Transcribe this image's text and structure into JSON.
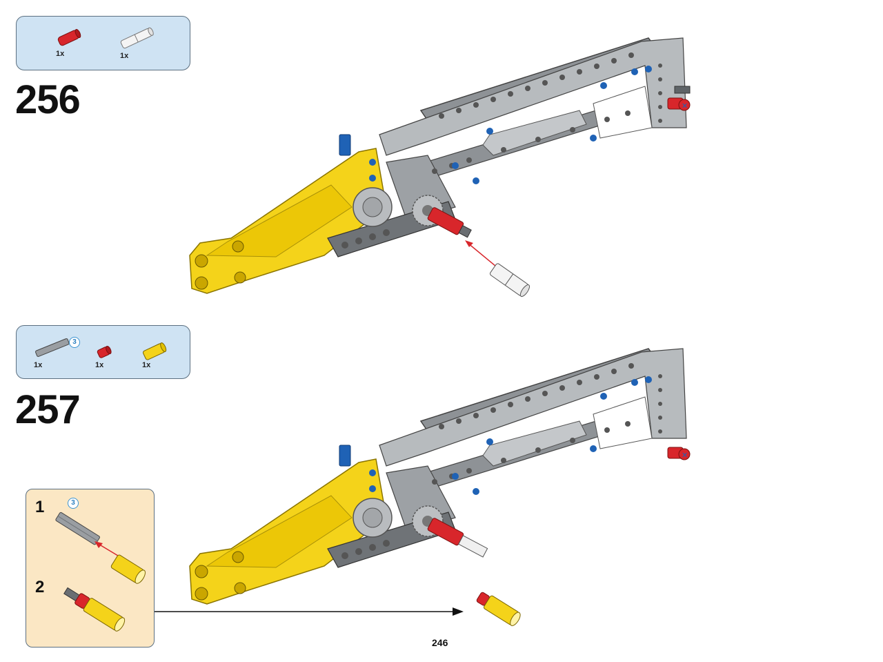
{
  "steps": [
    {
      "number": "256",
      "parts": [
        {
          "icon": "red-axle-connector-icon",
          "qty": "1x"
        },
        {
          "icon": "white-pin-icon",
          "qty": "1x"
        }
      ]
    },
    {
      "number": "257",
      "parts": [
        {
          "icon": "grey-axle-icon",
          "qty": "1x",
          "length": "3"
        },
        {
          "icon": "red-bush-icon",
          "qty": "1x"
        },
        {
          "icon": "yellow-connector-icon",
          "qty": "1x"
        }
      ],
      "substeps": [
        {
          "number": "1",
          "length": "3"
        },
        {
          "number": "2"
        }
      ]
    }
  ],
  "page_number": "246",
  "colors": {
    "parts_box": "#cfe3f3",
    "substep_box": "#fbe7c4",
    "yellow": "#f4d31a",
    "red": "#d8262b",
    "grey": "#9a9ea2",
    "dark_grey": "#5f6468",
    "blue": "#1f62b5"
  }
}
